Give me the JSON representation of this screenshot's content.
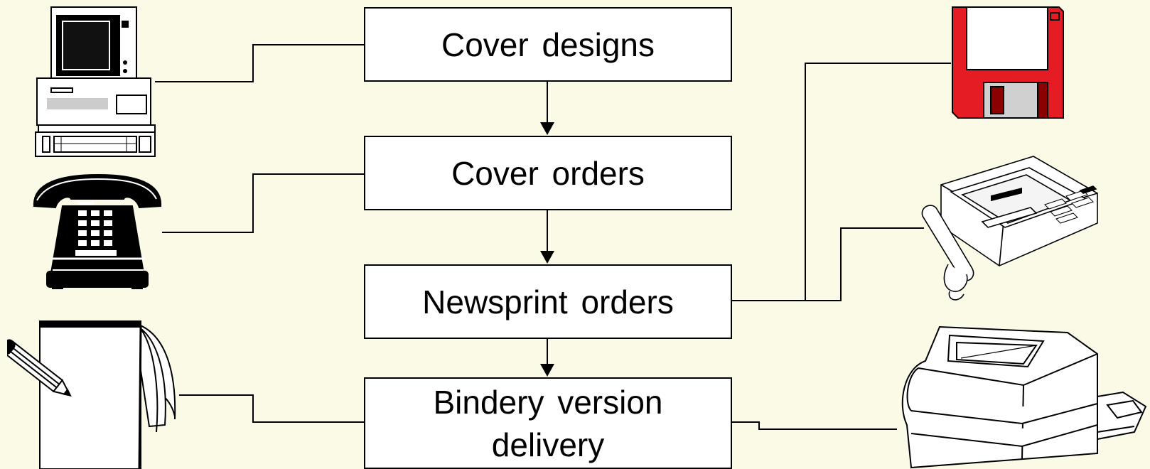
{
  "diagram": {
    "steps": [
      {
        "id": "cover-designs",
        "label": "Cover designs"
      },
      {
        "id": "cover-orders",
        "label": "Cover orders"
      },
      {
        "id": "newsprint-orders",
        "label": "Newsprint orders"
      },
      {
        "id": "bindery-version-delivery",
        "label": "Bindery version delivery"
      }
    ],
    "left_devices": [
      "computer-icon",
      "telephone-icon",
      "notepad-pencil-icon"
    ],
    "right_devices": [
      "floppy-disk-icon",
      "fax-machine-icon",
      "printer-icon"
    ],
    "colors": {
      "background": "#fafae6",
      "floppy_disk": "#e51c23",
      "floppy_shutter": "#8b0000"
    }
  }
}
